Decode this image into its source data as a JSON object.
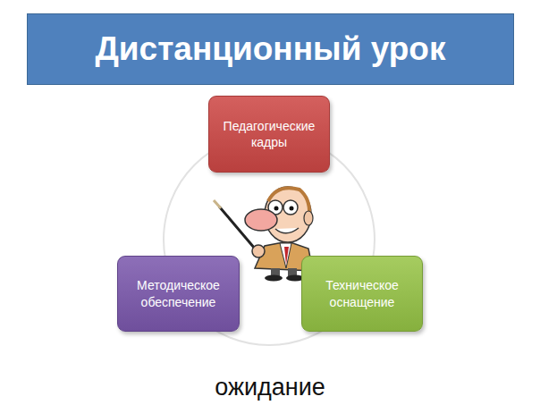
{
  "diagram": {
    "title": "Дистанционный урок",
    "caption": "ожидание",
    "nodes": [
      {
        "text": [
          "Педагогические кадры"
        ]
      },
      {
        "text": [
          "Методическое обеспечение"
        ]
      },
      {
        "text": [
          "Техническое оснащение"
        ]
      }
    ]
  }
}
